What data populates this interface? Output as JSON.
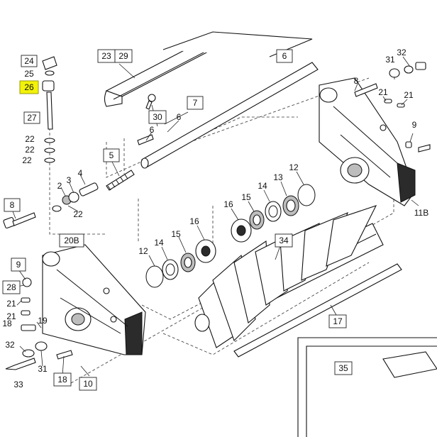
{
  "diagram": {
    "highlight_color": "#f2f20a",
    "callouts": {
      "c24": "24",
      "c25": "25",
      "c26": "26",
      "c27": "27",
      "c22a": "22",
      "c22b": "22",
      "c22c": "22",
      "c22d": "22",
      "c23": "23",
      "c29": "29",
      "c30": "30",
      "c6a": "6",
      "c6b": "6",
      "c6c": "6",
      "c7": "7",
      "c5": "5",
      "c2": "2",
      "c3": "3",
      "c4": "4",
      "c8a": "8",
      "c8b": "8",
      "c20b": "20B",
      "c9a": "9",
      "c9b": "9",
      "c28": "28",
      "c21a": "21",
      "c21b": "21",
      "c21c": "21",
      "c21d": "21",
      "c19": "19",
      "c18a": "18",
      "c18b": "18",
      "c32a": "32",
      "c32b": "32",
      "c31a": "31",
      "c31b": "31",
      "c33": "33",
      "c10": "10",
      "c12a": "12",
      "c12b": "12",
      "c13": "13",
      "c14a": "14",
      "c14b": "14",
      "c15a": "15",
      "c15b": "15",
      "c16a": "16",
      "c16b": "16",
      "c34": "34",
      "c17": "17",
      "c35": "35",
      "c11b": "11B"
    }
  }
}
